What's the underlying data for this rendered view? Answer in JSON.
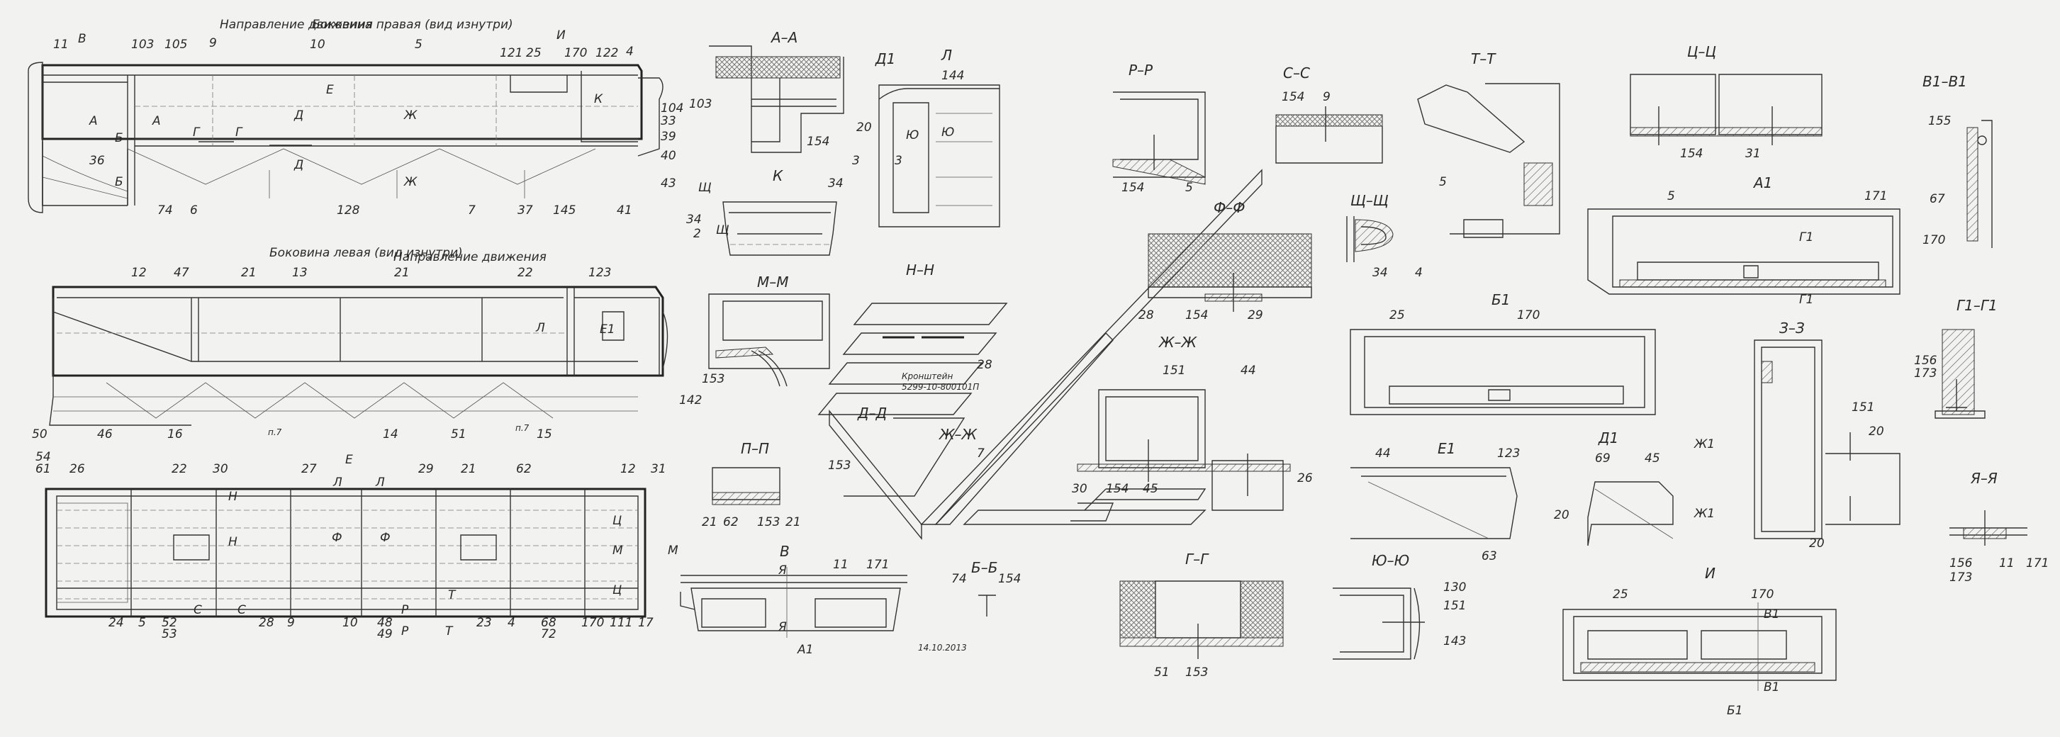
{
  "colors": {
    "background": "#f2f2f0",
    "ink": "#2a2a2a"
  },
  "views": {
    "right_caption": "Боковина правая (вид изнутри)",
    "left_caption": "Боковина левая (вид изнутри)",
    "direction": "Направление движения",
    "bracket_note_1": "Кронштейн",
    "bracket_note_2": "5299-10-800101П",
    "date": "14.10.2013"
  },
  "top_view_labels": [
    "11",
    "В",
    "103",
    "105",
    "9",
    "10",
    "5",
    "И",
    "121",
    "25",
    "170",
    "122",
    "4",
    "104",
    "33",
    "39",
    "40",
    "43",
    "41",
    "145",
    "37",
    "7",
    "128",
    "6",
    "74",
    "36",
    "А",
    "А",
    "Б",
    "Б",
    "Г",
    "Г",
    "Д",
    "Д",
    "Е",
    "Ж",
    "Ж",
    "К"
  ],
  "mid_view_labels": [
    "12",
    "47",
    "21",
    "13",
    "21",
    "22",
    "123",
    "Л",
    "Е1",
    "50",
    "46",
    "16",
    "п.7",
    "14",
    "51",
    "п.7",
    "15"
  ],
  "bottom_view_labels": [
    "54",
    "61",
    "26",
    "22",
    "30",
    "27",
    "Е",
    "29",
    "21",
    "62",
    "12",
    "31",
    "Н",
    "Н",
    "Л",
    "Л",
    "Ф",
    "Ф",
    "Ц",
    "Ц",
    "М",
    "М",
    "Р",
    "Р",
    "Т",
    "Т",
    "С",
    "С",
    "24",
    "5",
    "52",
    "53",
    "28",
    "9",
    "10",
    "48",
    "49",
    "23",
    "4",
    "68",
    "72",
    "170",
    "111",
    "17"
  ],
  "sections": {
    "AA": {
      "title": "А–А",
      "labels": [
        "103",
        "154"
      ]
    },
    "K": {
      "title": "К",
      "labels": [
        "34",
        "Щ",
        "Щ",
        "34",
        "2"
      ]
    },
    "D1": {
      "title": "Д1",
      "labels": [
        "20",
        "3",
        "3",
        "Ю",
        "Ю"
      ]
    },
    "L": {
      "title": "Л",
      "labels": [
        "144"
      ]
    },
    "MM": {
      "title": "М–М",
      "labels": [
        "153",
        "142"
      ]
    },
    "NN": {
      "title": "Н–Н",
      "labels": [
        "28"
      ]
    },
    "PP": {
      "title": "П–П",
      "labels": [
        "21",
        "62",
        "153",
        "21"
      ]
    },
    "DD": {
      "title": "Д–Д",
      "labels": [
        "153",
        "7"
      ]
    },
    "ZhZh_label": "Ж–Ж",
    "V": {
      "title": "В",
      "labels": [
        "Я",
        "Я",
        "11",
        "171",
        "А1"
      ]
    },
    "BB": {
      "title": "Б–Б",
      "labels": [
        "74",
        "154"
      ]
    },
    "RR": {
      "title": "Р–Р",
      "labels": [
        "154",
        "5"
      ]
    },
    "SS": {
      "title": "С–С",
      "labels": [
        "154",
        "9"
      ]
    },
    "TT": {
      "title": "Т–Т",
      "labels": [
        "5"
      ]
    },
    "TsTs": {
      "title": "Ц–Ц",
      "labels": [
        "154",
        "31"
      ]
    },
    "V1V1": {
      "title": "В1–В1",
      "labels": [
        "155",
        "67",
        "170"
      ]
    },
    "FF": {
      "title": "Ф–Ф",
      "labels": [
        "28",
        "154",
        "29"
      ]
    },
    "ShchShch": {
      "title": "Щ–Щ",
      "labels": [
        "34",
        "4"
      ]
    },
    "A1": {
      "title": "А1",
      "labels": [
        "5",
        "171",
        "Г1",
        "Г1"
      ]
    },
    "ZhZh": {
      "title": "Ж–Ж",
      "labels": [
        "151",
        "44",
        "30",
        "154",
        "45",
        "26"
      ]
    },
    "B1": {
      "title": "Б1",
      "labels": [
        "25",
        "170"
      ]
    },
    "G1G1": {
      "title": "Г1–Г1",
      "labels": [
        "156",
        "173"
      ]
    },
    "ZZ": {
      "title": "З–З",
      "labels": [
        "151",
        "20",
        "20"
      ]
    },
    "E1": {
      "title": "Е1",
      "labels": [
        "44",
        "123",
        "63"
      ]
    },
    "D1b": {
      "title": "Д1",
      "labels": [
        "69",
        "45",
        "Ж1",
        "Ж1",
        "20"
      ]
    },
    "YaYa": {
      "title": "Я–Я",
      "labels": [
        "156",
        "173",
        "11",
        "171"
      ]
    },
    "GG": {
      "title": "Г–Г",
      "labels": [
        "51",
        "153"
      ]
    },
    "YuYu": {
      "title": "Ю–Ю",
      "labels": [
        "130",
        "151",
        "143"
      ]
    },
    "I": {
      "title": "И",
      "labels": [
        "25",
        "170",
        "В1",
        "В1",
        "Б1"
      ]
    }
  }
}
